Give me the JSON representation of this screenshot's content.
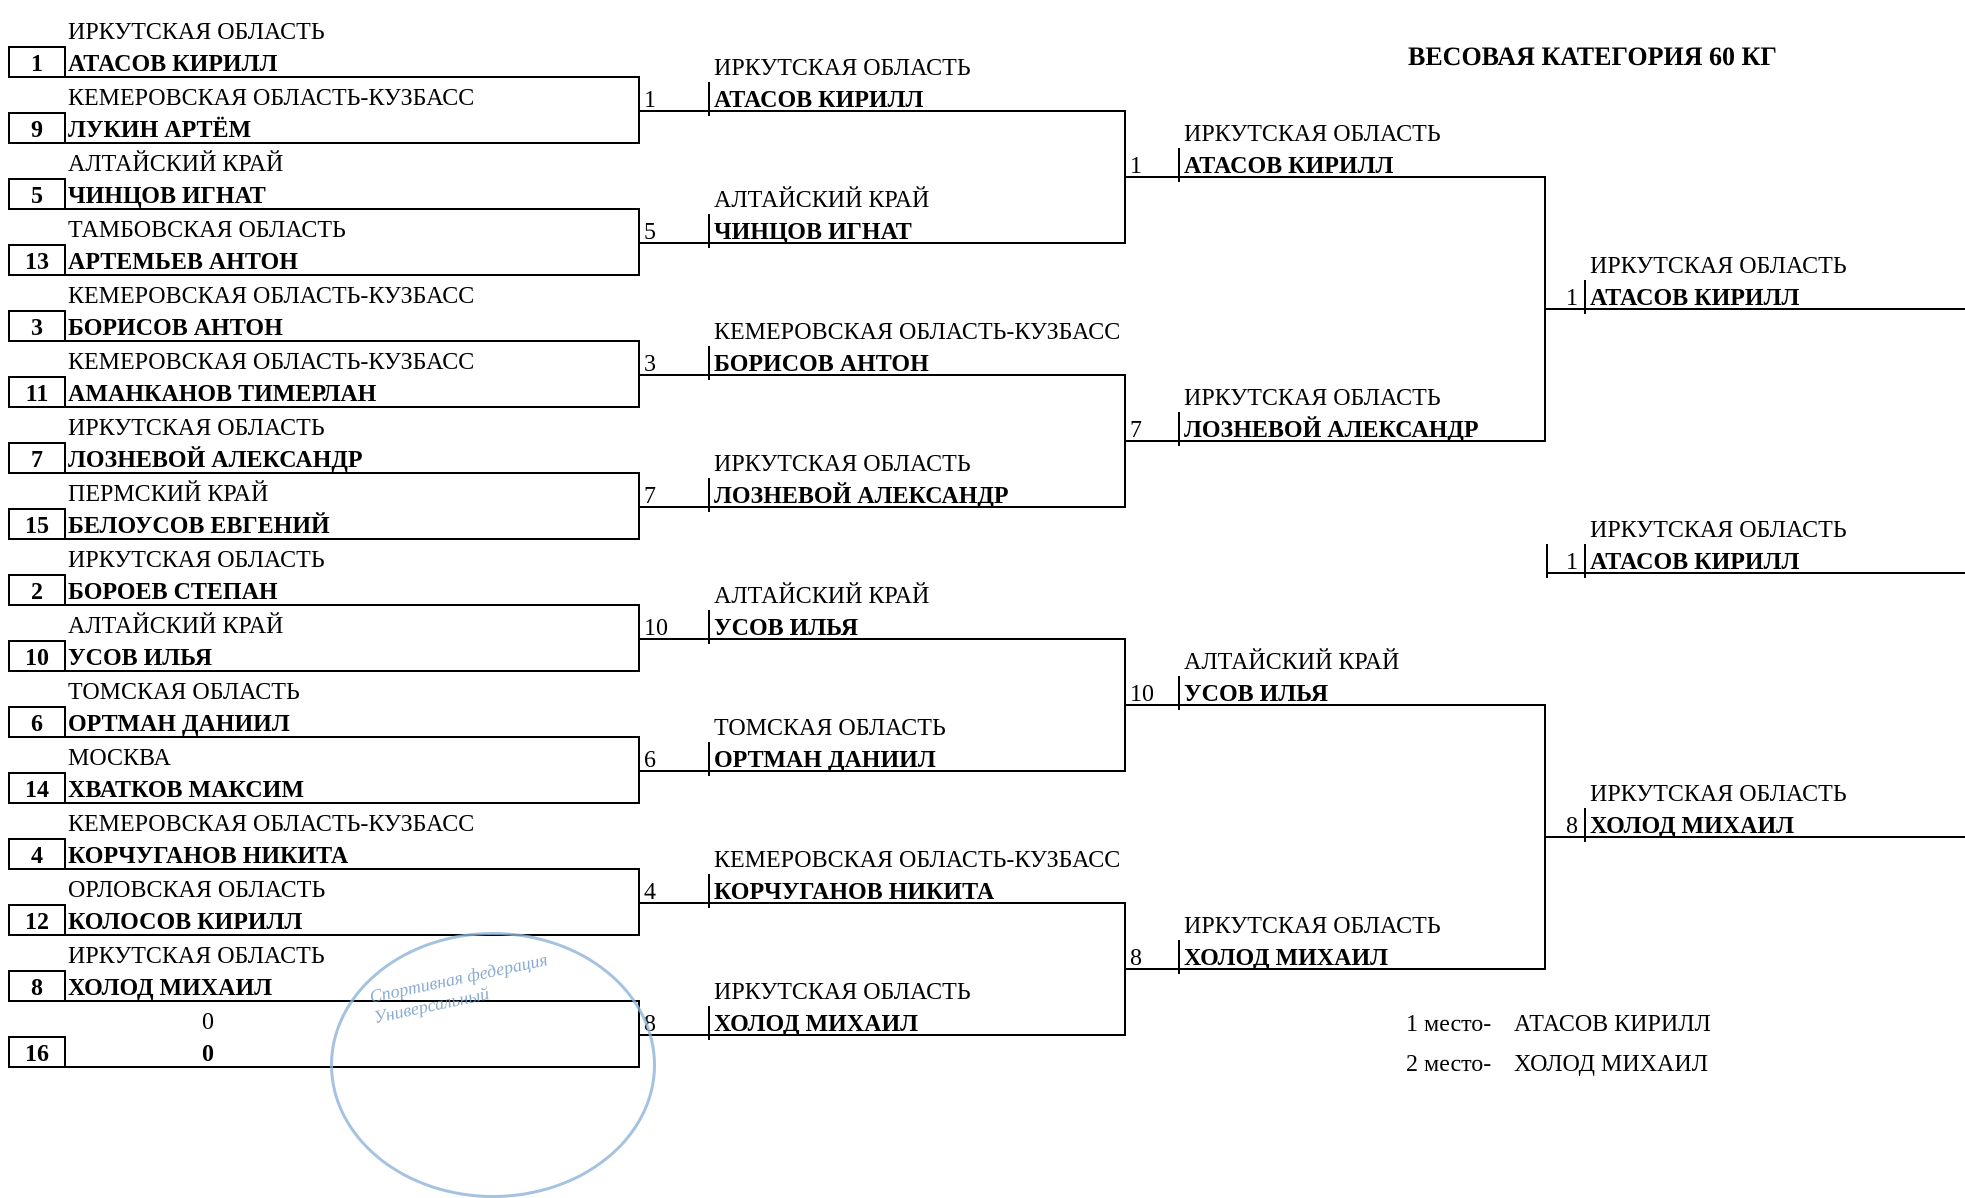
{
  "category": "ВЕСОВАЯ КАТЕГОРИЯ 60 КГ",
  "round1": [
    {
      "seed": "1",
      "region": "ИРКУТСКАЯ ОБЛАСТЬ",
      "name": "АТАСОВ КИРИЛЛ"
    },
    {
      "seed": "9",
      "region": "КЕМЕРОВСКАЯ ОБЛАСТЬ-КУЗБАСС",
      "name": "ЛУКИН АРТЁМ"
    },
    {
      "seed": "5",
      "region": "АЛТАЙСКИЙ КРАЙ",
      "name": "ЧИНЦОВ ИГНАТ"
    },
    {
      "seed": "13",
      "region": "ТАМБОВСКАЯ ОБЛАСТЬ",
      "name": "АРТЕМЬЕВ АНТОН"
    },
    {
      "seed": "3",
      "region": "КЕМЕРОВСКАЯ ОБЛАСТЬ-КУЗБАСС",
      "name": "БОРИСОВ АНТОН"
    },
    {
      "seed": "11",
      "region": "КЕМЕРОВСКАЯ ОБЛАСТЬ-КУЗБАСС",
      "name": "АМАНКАНОВ ТИМЕРЛАН"
    },
    {
      "seed": "7",
      "region": "ИРКУТСКАЯ ОБЛАСТЬ",
      "name": "ЛОЗНЕВОЙ АЛЕКСАНДР"
    },
    {
      "seed": "15",
      "region": "ПЕРМСКИЙ КРАЙ",
      "name": "БЕЛОУСОВ ЕВГЕНИЙ"
    },
    {
      "seed": "2",
      "region": "ИРКУТСКАЯ ОБЛАСТЬ",
      "name": "БОРОЕВ СТЕПАН"
    },
    {
      "seed": "10",
      "region": "АЛТАЙСКИЙ КРАЙ",
      "name": "УСОВ ИЛЬЯ"
    },
    {
      "seed": "6",
      "region": "ТОМСКАЯ ОБЛАСТЬ",
      "name": "ОРТМАН ДАНИИЛ"
    },
    {
      "seed": "14",
      "region": "МОСКВА",
      "name": "ХВАТКОВ МАКСИМ"
    },
    {
      "seed": "4",
      "region": "КЕМЕРОВСКАЯ ОБЛАСТЬ-КУЗБАСС",
      "name": "КОРЧУГАНОВ НИКИТА"
    },
    {
      "seed": "12",
      "region": "ОРЛОВСКАЯ ОБЛАСТЬ",
      "name": "КОЛОСОВ КИРИЛЛ"
    },
    {
      "seed": "8",
      "region": "ИРКУТСКАЯ ОБЛАСТЬ",
      "name": "ХОЛОД МИХАИЛ"
    },
    {
      "seed": "16",
      "region": "0",
      "name": "0"
    }
  ],
  "round2": [
    {
      "seed": "1",
      "region": "ИРКУТСКАЯ ОБЛАСТЬ",
      "name": "АТАСОВ КИРИЛЛ"
    },
    {
      "seed": "5",
      "region": "АЛТАЙСКИЙ КРАЙ",
      "name": "ЧИНЦОВ ИГНАТ"
    },
    {
      "seed": "3",
      "region": "КЕМЕРОВСКАЯ ОБЛАСТЬ-КУЗБАСС",
      "name": "БОРИСОВ АНТОН"
    },
    {
      "seed": "7",
      "region": "ИРКУТСКАЯ ОБЛАСТЬ",
      "name": "ЛОЗНЕВОЙ АЛЕКСАНДР"
    },
    {
      "seed": "10",
      "region": "АЛТАЙСКИЙ КРАЙ",
      "name": "УСОВ ИЛЬЯ"
    },
    {
      "seed": "6",
      "region": "ТОМСКАЯ ОБЛАСТЬ",
      "name": "ОРТМАН ДАНИИЛ"
    },
    {
      "seed": "4",
      "region": "КЕМЕРОВСКАЯ ОБЛАСТЬ-КУЗБАСС",
      "name": "КОРЧУГАНОВ НИКИТА"
    },
    {
      "seed": "8",
      "region": "ИРКУТСКАЯ ОБЛАСТЬ",
      "name": "ХОЛОД МИХАИЛ"
    }
  ],
  "round3": [
    {
      "seed": "1",
      "region": "ИРКУТСКАЯ ОБЛАСТЬ",
      "name": "АТАСОВ КИРИЛЛ"
    },
    {
      "seed": "7",
      "region": "ИРКУТСКАЯ ОБЛАСТЬ",
      "name": "ЛОЗНЕВОЙ АЛЕКСАНДР"
    },
    {
      "seed": "10",
      "region": "АЛТАЙСКИЙ КРАЙ",
      "name": "УСОВ ИЛЬЯ"
    },
    {
      "seed": "8",
      "region": "ИРКУТСКАЯ ОБЛАСТЬ",
      "name": "ХОЛОД МИХАИЛ"
    }
  ],
  "round4": [
    {
      "seed": "1",
      "region": "ИРКУТСКАЯ ОБЛАСТЬ",
      "name": "АТАСОВ КИРИЛЛ"
    },
    {
      "seed": "8",
      "region": "ИРКУТСКАЯ ОБЛАСТЬ",
      "name": "ХОЛОД МИХАИЛ"
    }
  ],
  "final": {
    "seed": "1",
    "region": "ИРКУТСКАЯ ОБЛАСТЬ",
    "name": "АТАСОВ КИРИЛЛ"
  },
  "places": [
    {
      "label": "1 место-",
      "name": "АТАСОВ КИРИЛЛ"
    },
    {
      "label": "2 место-",
      "name": "ХОЛОД МИХАИЛ"
    }
  ],
  "stamp": {
    "text": "Спортивная федерация Универсальный"
  }
}
